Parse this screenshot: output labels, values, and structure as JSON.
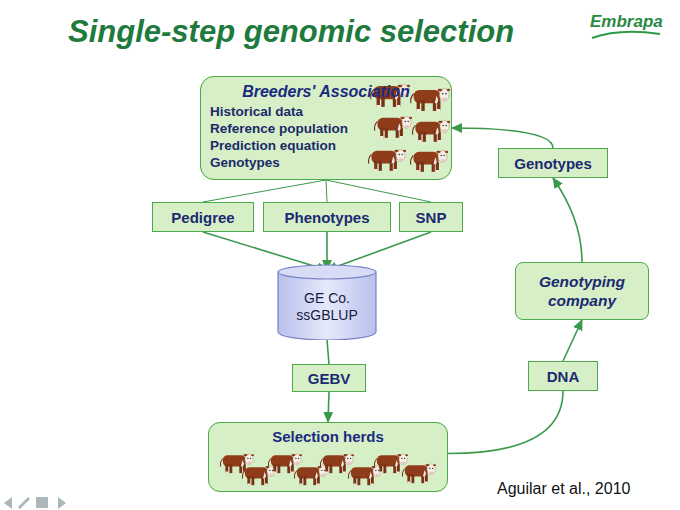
{
  "diagram": {
    "title": "Single-step genomic selection",
    "nodes": [
      {
        "text": [
          "Breeders' Association",
          "Historical data",
          "Reference population",
          "Prediction equation",
          "Genotypes"
        ]
      },
      {
        "text": [
          "Pedigree"
        ]
      },
      {
        "text": [
          "Phenotypes"
        ]
      },
      {
        "text": [
          "SNP"
        ]
      },
      {
        "text": [
          "GE Co. ssGBLUP"
        ]
      },
      {
        "text": [
          "GEBV"
        ]
      },
      {
        "text": [
          "Selection herds"
        ]
      },
      {
        "text": [
          "DNA"
        ]
      },
      {
        "text": [
          "Genotyping company"
        ]
      },
      {
        "text": [
          "Genotypes"
        ]
      }
    ],
    "edges": [
      {
        "from": 0,
        "to": 1,
        "arrow": "none"
      },
      {
        "from": 0,
        "to": 2,
        "arrow": "none"
      },
      {
        "from": 0,
        "to": 3,
        "arrow": "none"
      },
      {
        "from": 1,
        "to": 4,
        "arrow": "to"
      },
      {
        "from": 2,
        "to": 4,
        "arrow": "to"
      },
      {
        "from": 3,
        "to": 4,
        "arrow": "to"
      },
      {
        "from": 4,
        "to": 5,
        "arrow": "none"
      },
      {
        "from": 5,
        "to": 6,
        "arrow": "to"
      },
      {
        "from": 6,
        "to": 7,
        "arrow": "none"
      },
      {
        "from": 7,
        "to": 8,
        "arrow": "to"
      },
      {
        "from": 8,
        "to": 9,
        "arrow": "to"
      },
      {
        "from": 9,
        "to": 0,
        "arrow": "to"
      }
    ],
    "labels": [
      "Embrapa",
      "Aguilar et al., 2010"
    ]
  }
}
